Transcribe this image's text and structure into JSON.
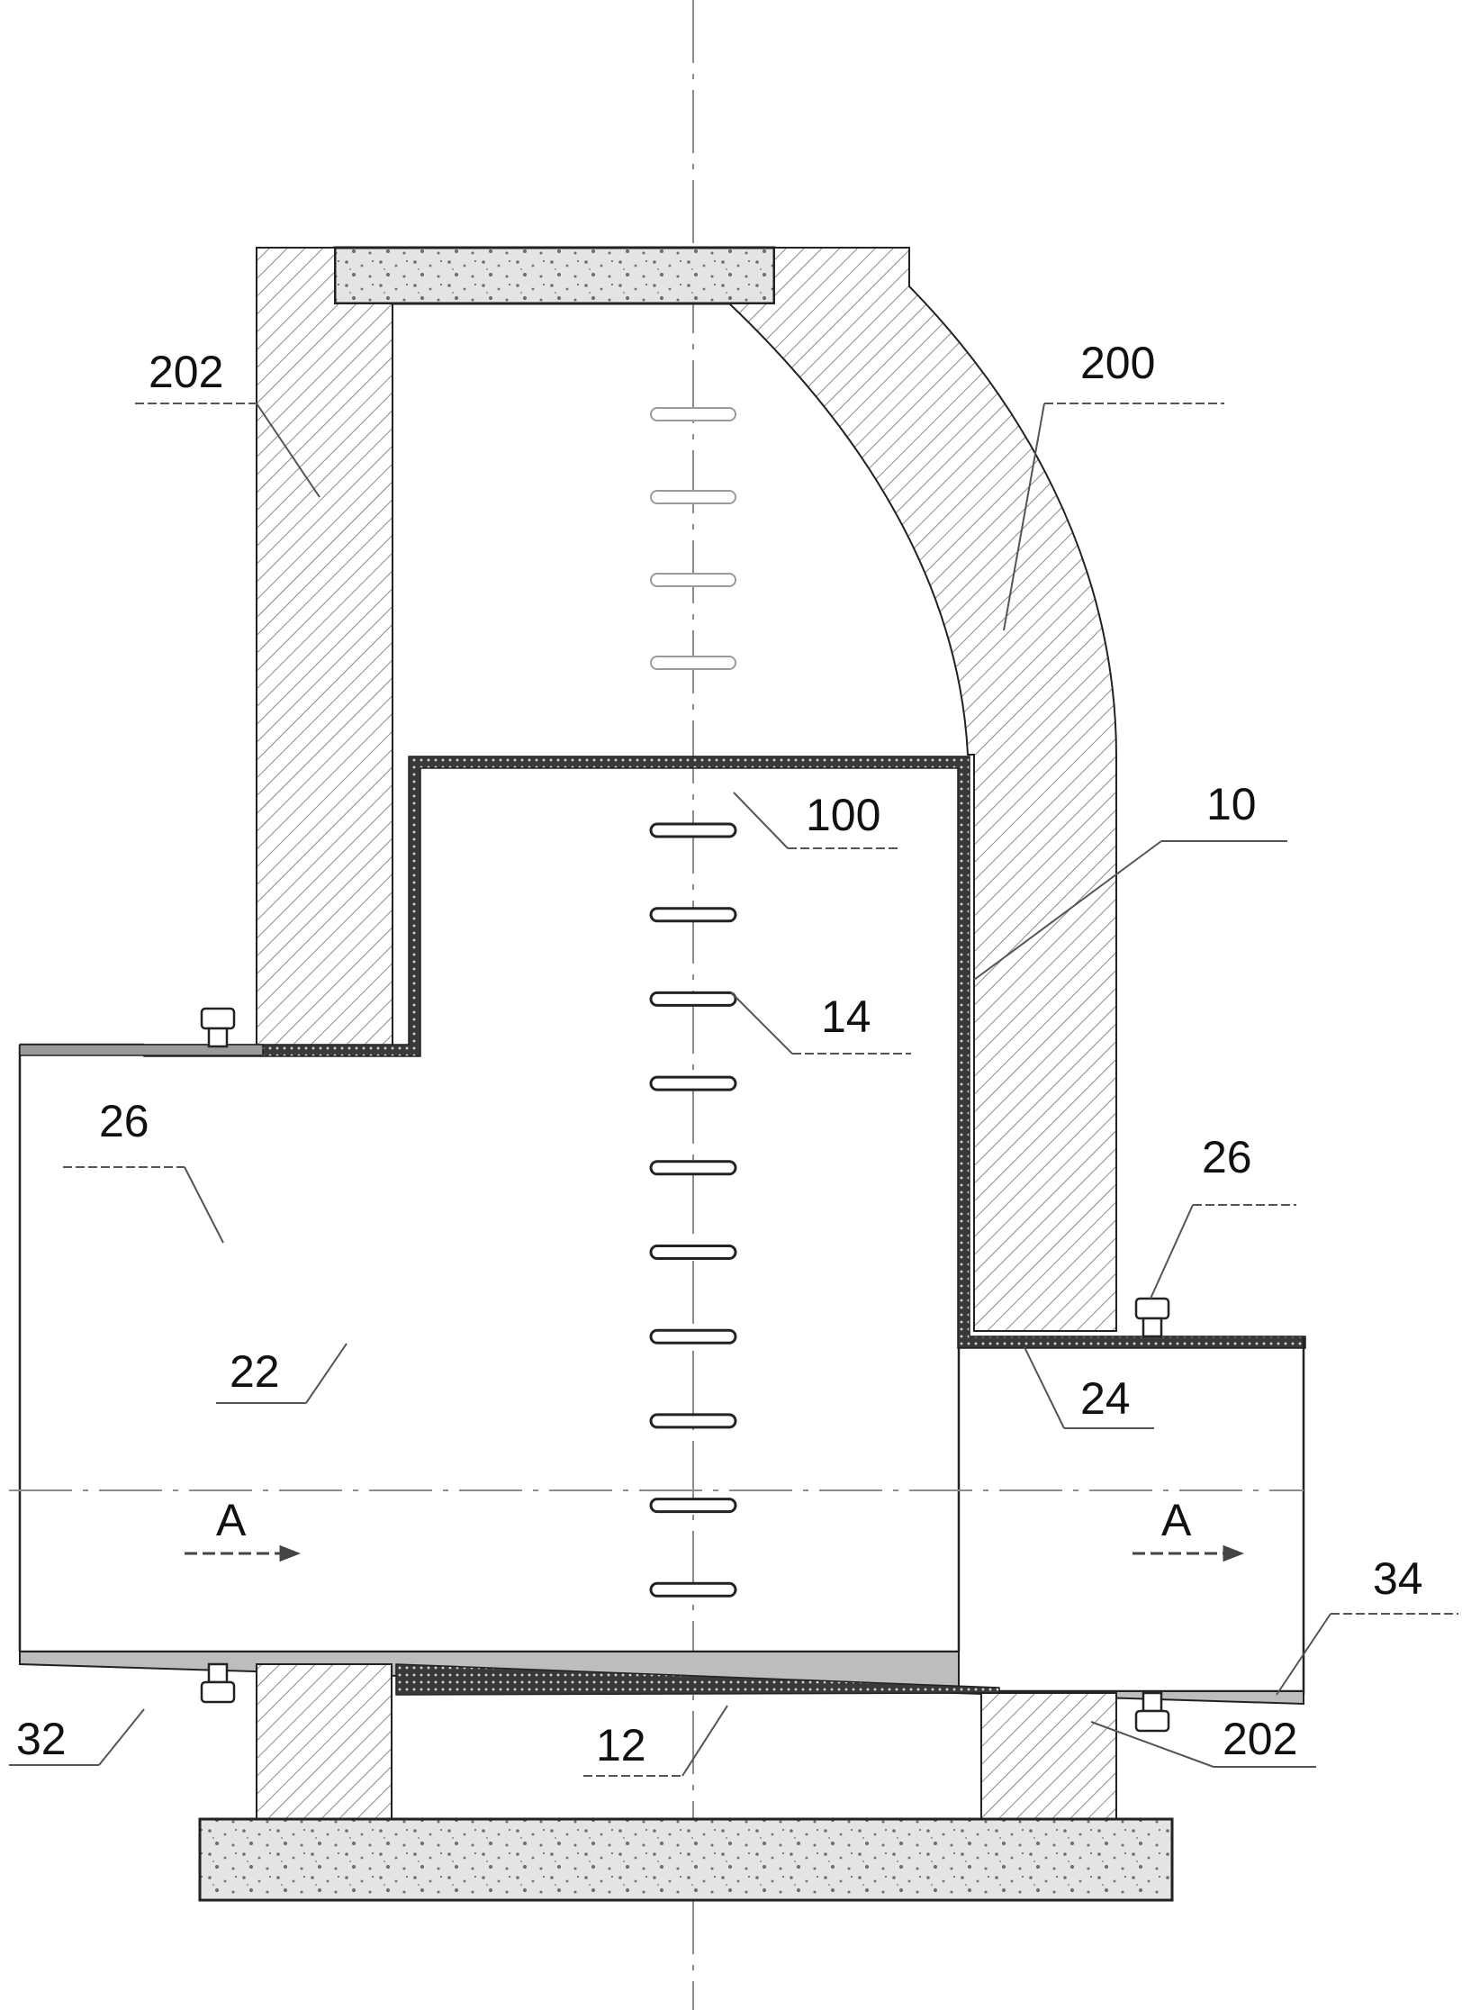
{
  "labels": {
    "l202_top": "202",
    "l200": "200",
    "l100": "100",
    "l10": "10",
    "l14": "14",
    "l26_left": "26",
    "l26_right": "26",
    "l22": "22",
    "l24": "24",
    "l34": "34",
    "l32": "32",
    "l12": "12",
    "l202_bottom": "202",
    "flow_left": "A",
    "flow_right": "A"
  },
  "colors": {
    "line": "#222222",
    "hatch": "#8a8a8a",
    "concrete_fill": "#e4e4e4",
    "concrete_dots": "#6f6f6f",
    "centerline": "#8c8c8c",
    "leader": "#555555"
  },
  "counts": {
    "upper_slots": 4,
    "lower_slots": 10
  }
}
